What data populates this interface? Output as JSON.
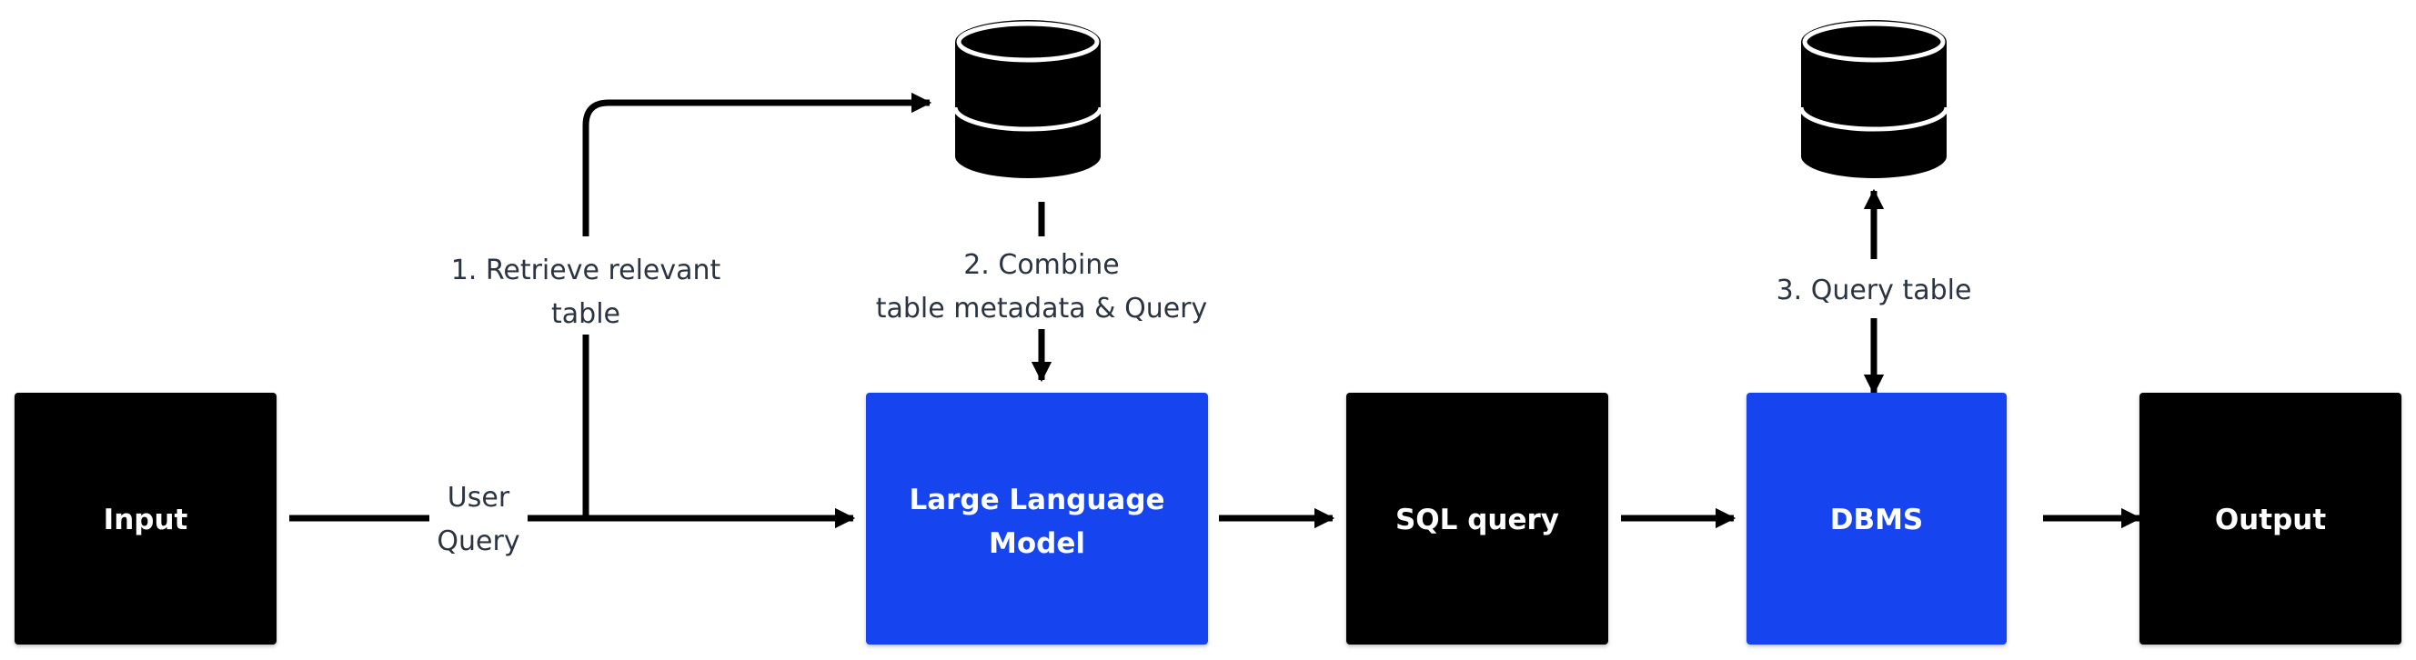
{
  "colors": {
    "black_node": "#000000",
    "blue_node": "#1844ef",
    "label_text": "#2b3440",
    "edge": "#000000"
  },
  "nodes": {
    "input": {
      "label": "Input"
    },
    "llm": {
      "line1": "Large Language",
      "line2": "Model"
    },
    "sql": {
      "label": "SQL query"
    },
    "dbms": {
      "label": "DBMS"
    },
    "output": {
      "label": "Output"
    }
  },
  "edge_labels": {
    "user_query": {
      "line1": "User",
      "line2": "Query"
    },
    "retrieve": {
      "line1": "1. Retrieve relevant",
      "line2": "table"
    },
    "combine": {
      "line1": "2. Combine",
      "line2": "table metadata & Query"
    },
    "query_table": {
      "line1": "3. Query table"
    }
  },
  "icons": {
    "metadata_db": "database-icon",
    "data_db": "database-icon"
  }
}
